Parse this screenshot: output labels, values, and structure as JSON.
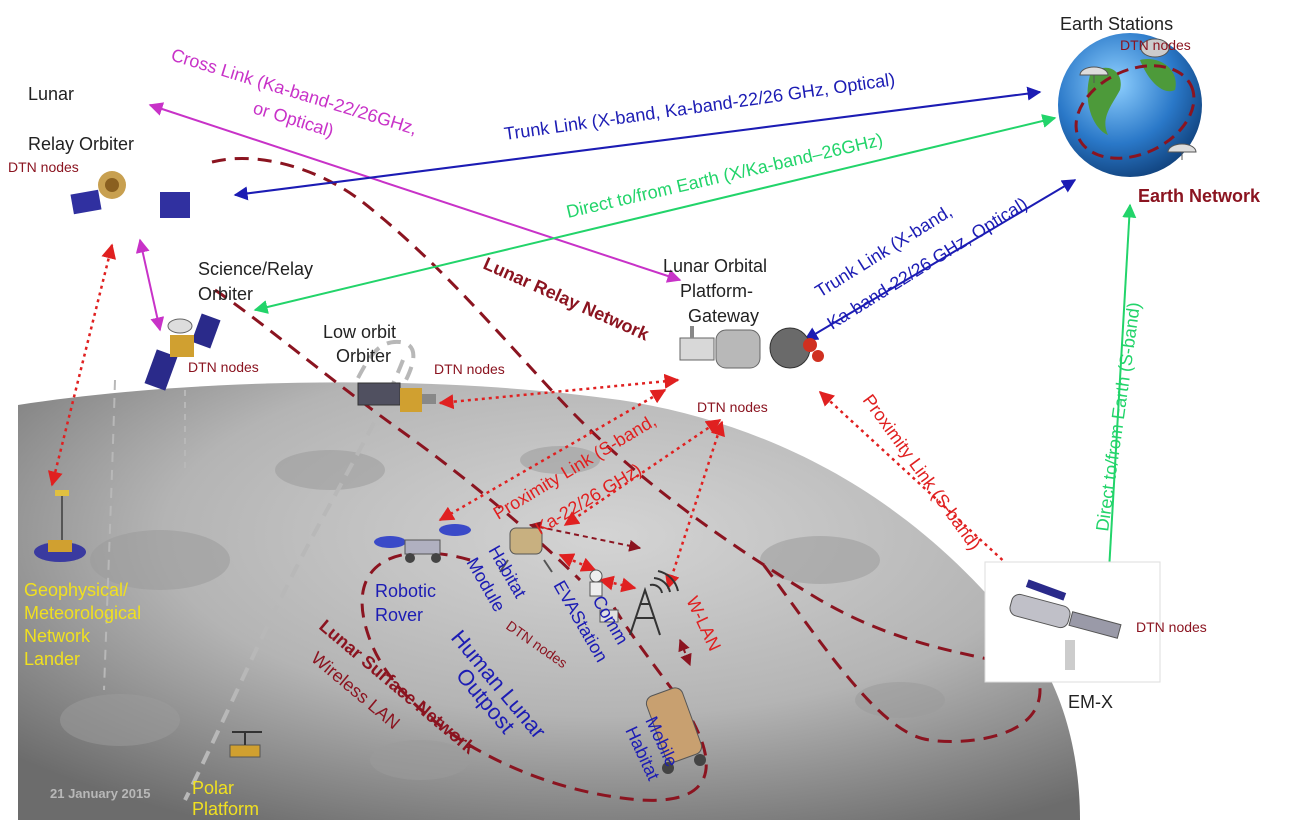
{
  "colors": {
    "dark_red": "#8b1420",
    "red": "#e02020",
    "blue": "#1c1cb4",
    "green": "#22d46a",
    "magenta": "#c832c8",
    "yellow": "#f0e020",
    "black": "#222222"
  },
  "labels": {
    "earth_stations": "Earth Stations",
    "dtn_earth": "DTN nodes",
    "earth_network": "Earth Network",
    "lunar_relay_orbiter_1": "Lunar",
    "lunar_relay_orbiter_2": "Relay Orbiter",
    "dtn_relay": "DTN nodes",
    "cross_link_1": "Cross Link (Ka-band-22/26GHz,",
    "cross_link_2": "or Optical)",
    "trunk_link_top": "Trunk Link (X-band, Ka-band-22/26 GHz, Optical)",
    "direct_earth_top": "Direct to/from Earth (X/Ka-band–26GHz)",
    "trunk_link_right_1": "Trunk Link (X-band,",
    "trunk_link_right_2": "Ka-band-22/26 GHz, Optical)",
    "science_relay_1": "Science/Relay",
    "science_relay_2": "Orbiter",
    "lunar_relay_network": "Lunar Relay Network",
    "gateway_1": "Lunar Orbital",
    "gateway_2": "Platform-",
    "gateway_3": "Gateway",
    "low_orbit_1": "Low orbit",
    "low_orbit_2": "Orbiter",
    "dtn_science": "DTN nodes",
    "dtn_low": "DTN nodes",
    "dtn_gateway": "DTN nodes",
    "direct_earth_right": "Direct to/from Earth (S-band)",
    "proximity_center_1": "Proximity Link (S-band,",
    "proximity_center_2": "Ka-22/26 GHz)",
    "proximity_right": "Proximity Link (S-band)",
    "geo_1": "Geophysical/",
    "geo_2": "Meteorological",
    "geo_3": "Network",
    "geo_4": "Lander",
    "robotic_rover_1": "Robotic",
    "robotic_rover_2": "Rover",
    "habitat_1": "Habitat",
    "habitat_2": "Module",
    "eva": "EVA",
    "comm_1": "Comm",
    "comm_2": "Station",
    "wlan": "W-LAN",
    "dtn_surface": "DTN nodes",
    "human_outpost_1": "Human Lunar",
    "human_outpost_2": "Outpost",
    "mobile_1": "Mobile",
    "mobile_2": "Habitat",
    "surface_network": "Lunar Surface Network",
    "wireless_lan": "Wireless LAN",
    "polar_1": "Polar",
    "polar_2": "Platform",
    "dtn_emx": "DTN nodes",
    "emx": "EM-X",
    "date": "21 January 2015"
  }
}
